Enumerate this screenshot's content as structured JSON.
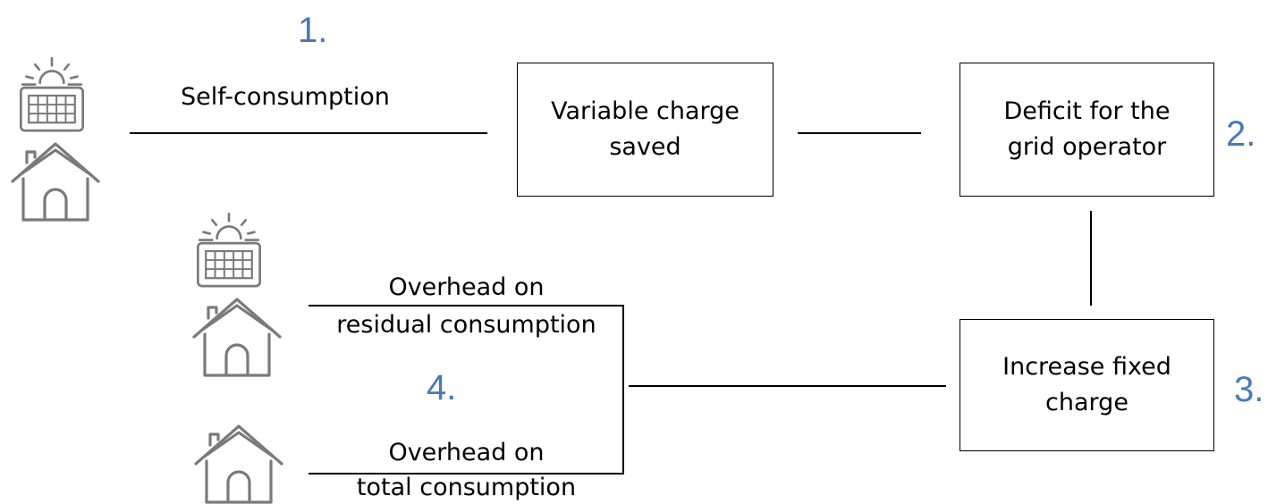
{
  "steps": {
    "s1": "1.",
    "s2": "2.",
    "s3": "3.",
    "s4": "4."
  },
  "labels": {
    "self_consumption": "Self-consumption",
    "overhead_residual_line1": "Overhead on",
    "overhead_residual_line2": "residual consumption",
    "overhead_total_line1": "Overhead on",
    "overhead_total_line2": "total consumption"
  },
  "boxes": {
    "variable_charge": {
      "line1": "Variable charge",
      "line2": "saved"
    },
    "deficit": {
      "line1": "Deficit for the",
      "line2": "grid operator"
    },
    "fixed_charge": {
      "line1": "Increase fixed",
      "line2": "charge"
    }
  },
  "icons": {
    "solar_panel": "solar-panel-icon",
    "house": "house-icon"
  },
  "colors": {
    "step_number": "#4a7ab5",
    "icon_stroke": "#7a7a7a"
  }
}
